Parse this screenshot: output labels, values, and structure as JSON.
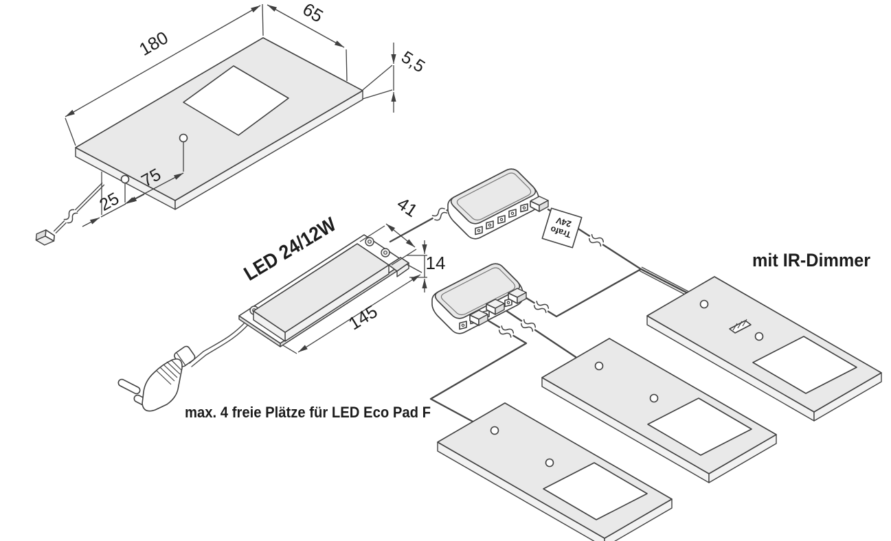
{
  "diagram": {
    "labels": {
      "driver": "LED 24/12W",
      "ir_dimmer": "mit IR-Dimmer",
      "free_slots": "max. 4 freie Plätze für LED Eco Pad F",
      "trafo_tag_line1": "Trafo",
      "trafo_tag_line2": "24V"
    },
    "dimensions_mm": {
      "pad_length": "180",
      "pad_width": "65",
      "pad_thickness": "5,5",
      "hole_spacing": "75",
      "hole_edge_offset": "25",
      "driver_width": "41",
      "driver_height": "14",
      "driver_length": "145"
    },
    "colors": {
      "line": "#3f3f3f",
      "face_top": "#e9e9e9",
      "face_light": "#f2f2f2",
      "background": "#ffffff",
      "text": "#1c1c1c"
    }
  }
}
